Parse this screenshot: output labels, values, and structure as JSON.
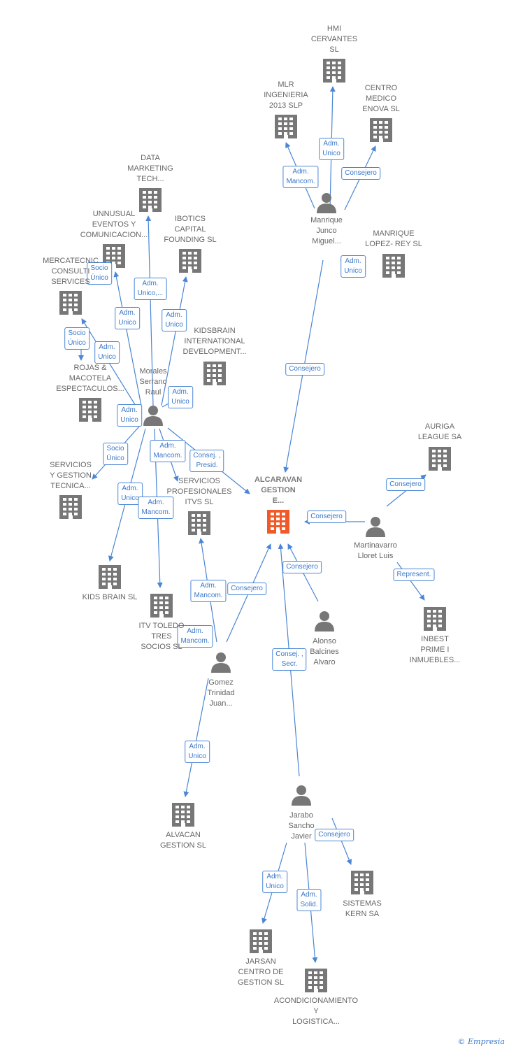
{
  "colors": {
    "edge": "#4a86d4",
    "company": "#777777",
    "center": "#f05a28",
    "person": "#777777"
  },
  "nodes": [
    {
      "id": "hmi",
      "type": "company",
      "label": "HMI\nCERVANTES\nSL"
    },
    {
      "id": "mlr",
      "type": "company",
      "label": "MLR\nINGENIERIA\n2013 SLP"
    },
    {
      "id": "centro",
      "type": "company",
      "label": "CENTRO\nMEDICO\nENOVA SL"
    },
    {
      "id": "manrique",
      "type": "person",
      "label": "Manrique\nJunco\nMiguel..."
    },
    {
      "id": "manriquelopez",
      "type": "company",
      "label": "MANRIQUE\nLOPEZ- REY SL"
    },
    {
      "id": "data",
      "type": "company",
      "label": "DATA\nMARKETING\nTECH..."
    },
    {
      "id": "unnusual",
      "type": "company",
      "label": "UNNUSUAL\nEVENTOS Y\nCOMUNICACION..."
    },
    {
      "id": "ibotics",
      "type": "company",
      "label": "IBOTICS\nCAPITAL\nFOUNDING  SL"
    },
    {
      "id": "mercatecnic",
      "type": "company",
      "label": "MERCATECNIC\nCONSULTI\nSERVICES"
    },
    {
      "id": "kidsbrainint",
      "type": "company",
      "label": "KIDSBRAIN\nINTERNATIONAL\nDEVELOPMENT..."
    },
    {
      "id": "rojas",
      "type": "company",
      "label": "ROJAS &\nMACOTELA\nESPECTACULOS..."
    },
    {
      "id": "morales",
      "type": "person",
      "label": "Morales\nSerrano\nRaul"
    },
    {
      "id": "servgest",
      "type": "company",
      "label": "SERVICIOS\nY GESTION\nTECNICA..."
    },
    {
      "id": "servprof",
      "type": "company",
      "label": "SERVICIOS\nPROFESIONALES\nITVS SL"
    },
    {
      "id": "alcaravan",
      "type": "center",
      "label": "ALCARAVAN\nGESTION\nE..."
    },
    {
      "id": "auriga",
      "type": "company",
      "label": "AURIGA\nLEAGUE SA"
    },
    {
      "id": "martinavarro",
      "type": "person",
      "label": "Martinavarro\nLloret Luis"
    },
    {
      "id": "kidsbrain",
      "type": "company",
      "label": "KIDS BRAIN SL"
    },
    {
      "id": "itv",
      "type": "company",
      "label": "ITV TOLEDO\nTRES\nSOCIOS SL"
    },
    {
      "id": "alonso",
      "type": "person",
      "label": "Alonso\nBalcines\nAlvaro"
    },
    {
      "id": "inbest",
      "type": "company",
      "label": "INBEST\nPRIME I\nINMUEBLES..."
    },
    {
      "id": "gomez",
      "type": "person",
      "label": "Gomez\nTrinidad\nJuan..."
    },
    {
      "id": "alvacan",
      "type": "company",
      "label": "ALVACAN\nGESTION  SL"
    },
    {
      "id": "jarabo",
      "type": "person",
      "label": "Jarabo\nSancho\nJavier"
    },
    {
      "id": "sistemas",
      "type": "company",
      "label": "SISTEMAS\nKERN SA"
    },
    {
      "id": "jarsan",
      "type": "company",
      "label": "JARSAN\nCENTRO DE\nGESTION  SL"
    },
    {
      "id": "acond",
      "type": "company",
      "label": "ACONDICIONAMIENTO\nY\nLOGISTICA..."
    }
  ],
  "edges": [
    {
      "from": "manrique",
      "to": "hmi",
      "label": "Adm.\nMancom."
    },
    {
      "from": "manrique",
      "to": "mlr",
      "label": "Adm.\nUnico"
    },
    {
      "from": "manrique",
      "to": "centro",
      "label": "Consejero"
    },
    {
      "from": "manrique",
      "to": "manriquelopez",
      "label": "Adm.\nUnico"
    },
    {
      "from": "manrique",
      "to": "alcaravan",
      "label": "Consejero"
    },
    {
      "from": "morales",
      "to": "data",
      "label": "Adm.\nUnico,..."
    },
    {
      "from": "morales",
      "to": "unnusual",
      "label": "Adm.\nUnico"
    },
    {
      "from": "morales",
      "to": "ibotics",
      "label": "Adm.\nUnico"
    },
    {
      "from": "morales",
      "to": "mercatecnic",
      "label": "Socio\nÚnico"
    },
    {
      "from": "morales",
      "to": "mercatecnic",
      "label": "Adm.\nUnico"
    },
    {
      "from": "morales",
      "to": "rojas",
      "label": "Socio\nÚnico"
    },
    {
      "from": "morales",
      "to": "kidsbrainint",
      "label": "Adm.\nUnico"
    },
    {
      "from": "morales",
      "to": "servgest",
      "label": "Socio\nÚnico"
    },
    {
      "from": "morales",
      "to": "servprof",
      "label": "Adm.\nMancom."
    },
    {
      "from": "morales",
      "to": "alcaravan",
      "label": "Consej. ,\nPresid."
    },
    {
      "from": "morales",
      "to": "kidsbrain",
      "label": "Adm.\nUnico"
    },
    {
      "from": "morales",
      "to": "itv",
      "label": "Adm.\nMancom."
    },
    {
      "from": "morales",
      "to": "servgest",
      "label": "Adm.\nUnico"
    },
    {
      "from": "martinavarro",
      "to": "auriga",
      "label": "Consejero"
    },
    {
      "from": "martinavarro",
      "to": "alcaravan",
      "label": "Consejero"
    },
    {
      "from": "martinavarro",
      "to": "inbest",
      "label": "Represent."
    },
    {
      "from": "alonso",
      "to": "alcaravan",
      "label": "Consejero"
    },
    {
      "from": "gomez",
      "to": "alcaravan",
      "label": "Consejero"
    },
    {
      "from": "gomez",
      "to": "servprof",
      "label": "Adm.\nMancom."
    },
    {
      "from": "gomez",
      "to": "itv",
      "label": "Adm.\nMancom."
    },
    {
      "from": "gomez",
      "to": "alvacan",
      "label": "Adm.\nUnico"
    },
    {
      "from": "jarabo",
      "to": "alcaravan",
      "label": "Consej. ,\nSecr."
    },
    {
      "from": "jarabo",
      "to": "sistemas",
      "label": "Consejero"
    },
    {
      "from": "jarabo",
      "to": "jarsan",
      "label": "Adm.\nUnico"
    },
    {
      "from": "jarabo",
      "to": "acond",
      "label": "Adm.\nSolid."
    }
  ],
  "brand": {
    "copyright": "©",
    "name": "Empresia"
  }
}
